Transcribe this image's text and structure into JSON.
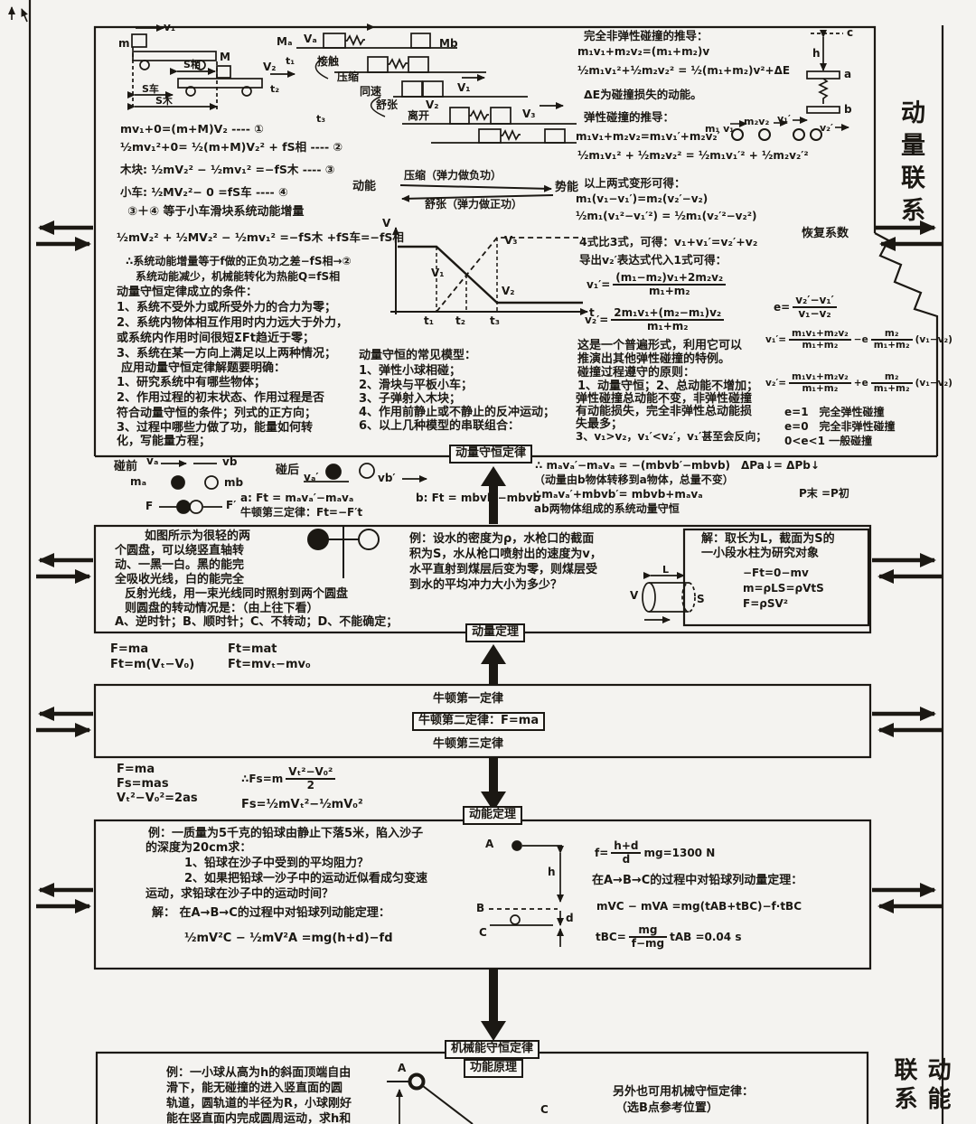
{
  "frame": {
    "momentum_link": "动量联系",
    "kinetic_link": "动能联系"
  },
  "labels": {
    "momentum_conservation": "动量守恒定律",
    "momentum_theorem": "动量定理",
    "kinetic_theorem": "动能定理",
    "mech_conservation": "机械能守恒定律",
    "work_energy": "功能原理"
  },
  "box1": {
    "cart": {
      "m": "m",
      "v1": "v₁",
      "M": "M",
      "s_rel": "S相",
      "s_cart": "S车",
      "s_block": "S木",
      "v2": "V₂",
      "t1": "t₁",
      "t2": "t₂",
      "t3": "t₃"
    },
    "spring_seq": {
      "ma": "Mₐ",
      "va": "Vₐ",
      "mb": "Mb",
      "contact": "接触",
      "compress": "压缩",
      "same": "同速",
      "relax": "舒张",
      "leave": "离开",
      "v1": "V₁",
      "v2": "V₂",
      "v3": "V₃"
    },
    "eqs": [
      "mv₁+0=(m+M)V₂ ---- ①",
      "½mv₁²+0= ½(m+M)V₂² + fS相 ---- ②",
      "木块: ½mV₂² − ½mv₁² =−fS木 ---- ③",
      "小车: ½MV₂²− 0 =fS车 ---- ④",
      "③＋④ 等于小车滑块系统动能增量",
      "½mV₂² + ½MV₂² − ½mv₁² =−fS木 +fS车=−fS相",
      "∴系统动能增量等于f做的正负功之差−fS相→②",
      "系统动能减少，机械能转化为热能Q=fS相"
    ],
    "cond_title": "动量守恒定律成立的条件：",
    "conds": [
      "1、系统不受外力或所受外力的合力为零；",
      "2、系统内物体相互作用时内力远大于外力，",
      "或系统内作用时间很短ΣFt趋近于零；",
      "3、系统在某一方向上满足以上两种情况；"
    ],
    "apply_title": "应用动量守恒定律解题要明确：",
    "applies": [
      "1、研究系统中有哪些物体；",
      "2、作用过程的初末状态、作用过程是否",
      "符合动量守恒的条件；列式的正方向；",
      "3、过程中哪些力做了功，能量如何转",
      "化，写能量方程；"
    ],
    "energy": {
      "kinetic": "动能",
      "compress": "压缩（弹力做负功）",
      "relax": "舒张（弹力做正功）",
      "potential": "势能"
    },
    "graph": {
      "v": "V",
      "t": "t",
      "v1": "V₁",
      "v2": "V₂",
      "v3": "V₃",
      "t1": "t₁",
      "t2": "t₂",
      "t3": "t₃"
    },
    "models_title": "动量守恒的常见模型：",
    "models": [
      "1、弹性小球相碰；",
      "2、滑块与平板小车；",
      "3、子弹射入木块；",
      "4、作用前静止或不静止的反冲运动；",
      "6、以上几种模型的串联组合："
    ],
    "derive": {
      "t1": "完全非弹性碰撞的推导：",
      "e1": "m₁v₁+m₂v₂=(m₁+m₂)v",
      "e2": "½m₁v₁²+½m₂v₂² = ½(m₁+m₂)v²+ΔE",
      "e3": "ΔE为碰撞损失的动能。",
      "t2": "弹性碰撞的推导：",
      "e4": "m₁v₁+m₂v₂=m₁v₁′+m₂v₂′",
      "e5": "½m₁v₁² + ½m₂v₂² = ½m₁v₁′² + ½m₂v₂′²",
      "t3": "以上两式变形可得：",
      "e6": "m₁(v₁−v₁′)=m₂(v₂′−v₂)",
      "e7": "½m₁(v₁²−v₁′²) = ½m₁(v₂′²−v₂²)",
      "t4": "4式比3式，可得：v₁+v₁′=v₂′+v₂",
      "t5": "导出v₂′表达式代入1式可得：",
      "v1p_lhs": "v₁′=",
      "v1p_num": "(m₁−m₂)v₁+2m₂v₂",
      "v1p_den": "m₁+m₂",
      "v2p_lhs": "v₂′=",
      "v2p_num": "2m₁v₁+(m₂−m₁)v₂",
      "v2p_den": "m₁+m₂",
      "t6": "这是一个普遍形式，利用它可以",
      "t7": "推演出其他弹性碰撞的特例。",
      "t8": "碰撞过程遵守的原则：",
      "t9": "1、动量守恒；2、总动能不增加；",
      "t10": "弹性碰撞总动能不变，非弹性碰撞",
      "t11": "有动能损失，完全非弹性总动能损",
      "t12": "失最多；",
      "t13": "3、v₁>v₂，v₁′<v₂′，v₁′甚至会反向；",
      "balls_m1": "m₁ v₁",
      "balls_m2": "m₂v₂",
      "balls_v1p": "v₁′",
      "balls_v2p": "v₂′",
      "spring_c": "c",
      "spring_h": "h",
      "spring_a": "a",
      "spring_b": "b"
    },
    "restitution": {
      "title": "恢复系数",
      "e_lhs": "e=",
      "e_num": "v₂′−v₁′",
      "e_den": "v₁−v₂",
      "f1_lhs": "v₁′=",
      "f1_num1": "m₁v₁+m₂v₂",
      "f1_den1": "m₁+m₂",
      "f1_mid": "−e",
      "f1_num2": "m₂",
      "f1_den2": "m₁+m₂",
      "f1_tail": "(v₁−v₂)",
      "f2_lhs": "v₂′=",
      "f2_num1": "m₁v₁+m₂v₂",
      "f2_den1": "m₁+m₂",
      "f2_mid": "+e",
      "f2_num2": "m₂",
      "f2_den2": "m₁+m₂",
      "f2_tail": "(v₁−v₂)",
      "case1": "e=1　完全弹性碰撞",
      "case2": "e=0　完全非弹性碰撞",
      "case3": "0<e<1 一般碰撞"
    }
  },
  "strip": {
    "before": "碰前",
    "after": "碰后",
    "va": "vₐ",
    "vb": "vb",
    "ma": "mₐ",
    "mb": "mb",
    "vap": "vₐ′",
    "vbp": "vb′",
    "F": "F",
    "Fp": "F′",
    "eq_a": "a: Ft = mₐvₐ′−mₐvₐ",
    "eq_b": "b: Ft = mbvb′−mbvb",
    "newton3": "牛顿第三定律：Ft=−F′t",
    "r1": "∴ mₐvₐ′−mₐvₐ = −(mbvb′−mbvb)　ΔPa↓= ΔPb↓",
    "r2": "（动量由b物体转移到a物体，总量不变）",
    "r3": "∴mₐvₐ′+mbvb′= mbvb+mₐvₐ",
    "r3b": "P末 =P初",
    "r4": "ab两物体组成的系统动量守恒"
  },
  "box2": {
    "disk": [
      "如图所示为很轻的两",
      "个圆盘，可以绕竖直轴转",
      "动、一黑一白。黑的能完",
      "全吸收光线，白的能完全",
      "反射光线，用一束光线同时照射到两个圆盘",
      "则圆盘的转动情况是：（由上往下看）",
      "A、逆时针；B、顺时针；C、不转动；D、不能确定；"
    ],
    "water": [
      "例：设水的密度为ρ，水枪口的截面",
      "积为S，水从枪口喷射出的速度为v，",
      "水平直射到煤层后变为零，则煤层受",
      "到水的平均冲力大小为多少？"
    ],
    "sol1": "解：取长为L，截面为S的",
    "sol2": "一小段水柱为研究对象",
    "sol_eqs": [
      "−Ft=0−mv",
      "m=ρLS=ρVtS",
      "F=ρSV²"
    ],
    "cyl": {
      "L": "L",
      "V": "V",
      "S": "S"
    }
  },
  "mid": {
    "f1": "F=ma",
    "f2": "Ft=m(Vₜ−V₀)",
    "f3": "Ft=mat",
    "f4": "Ft=mvₜ−mv₀"
  },
  "box3": {
    "l1": "牛顿第一定律",
    "l2": "牛顿第二定律：F=ma",
    "l3": "牛顿第三定律"
  },
  "ke": {
    "f1": "F=ma",
    "f2": "Fs=mas",
    "f3": "Vₜ²−V₀²=2as",
    "d_lhs": "∴Fs=m",
    "d_num": "Vₜ²−V₀²",
    "d_den": "2",
    "f4": "Fs=½mVₜ²−½mV₀²"
  },
  "box4": {
    "problem": [
      "例：一质量为5千克的铅球由静止下落5米，陷入沙子",
      "的深度为20cm求：",
      "1、铅球在沙子中受到的平均阻力？",
      "2、如果把铅球一沙子中的运动近似看成匀变速",
      "运动，求铅球在沙子中的运动时间？"
    ],
    "sol_intro": "解： 在A→B→C的过程中对铅球列动能定理：",
    "eq1": "½mV²C − ½mV²A =mg(h+d)−fd",
    "A": "A",
    "B": "B",
    "C": "C",
    "h": "h",
    "d": "d",
    "f_lhs": "f=",
    "f_num": "h+d",
    "f_den": "d",
    "f_tail": "mg=1300 N",
    "s2": "在A→B→C的过程中对铅球列动量定理：",
    "eq2": "mVC − mVA =mg(tAB+tBC)−f·tBC",
    "t_lhs": "tBC=",
    "t_num": "mg",
    "t_den": "f−mg",
    "t_tail": "tAB =0.04 s"
  },
  "box5": {
    "problem": [
      "例：一小球从高为h的斜面顶端自由",
      "滑下，能无碰撞的进入竖直面的圆",
      "轨道，圆轨道的半径为R，小球刚好",
      "能在竖直面内完成圆周运动，求h和"
    ],
    "alt1": "另外也可用机械守恒定律：",
    "alt2": "（选B点参考位置）",
    "A": "A",
    "C": "C"
  }
}
